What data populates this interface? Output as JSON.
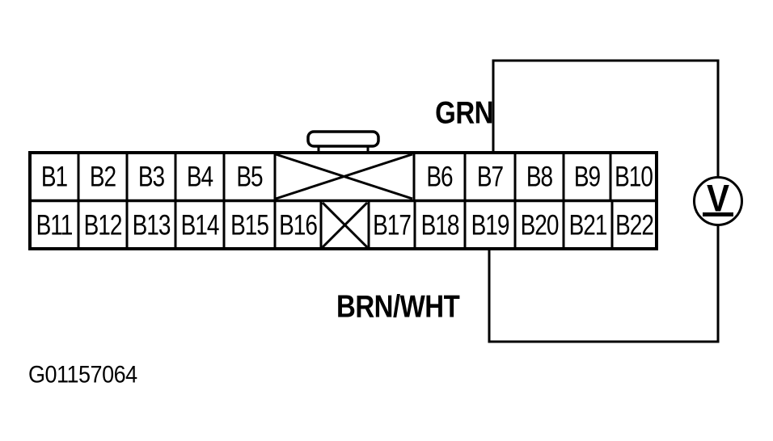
{
  "figure": {
    "id_label": "G01157064",
    "top_wire": {
      "color_label": "GRN"
    },
    "bottom_wire": {
      "color_label": "BRN/WHT"
    },
    "meter": {
      "symbol": "V"
    },
    "connector": {
      "top_row_pins": [
        "B1",
        "B2",
        "B3",
        "B4",
        "B5",
        "B6",
        "B7",
        "B8",
        "B9",
        "B10"
      ],
      "bottom_row_pins": [
        "B11",
        "B12",
        "B13",
        "B14",
        "B15",
        "B16",
        "B17",
        "B18",
        "B19",
        "B20",
        "B21",
        "B22"
      ]
    },
    "colors": {
      "line": "#000000",
      "background": "#ffffff"
    }
  }
}
